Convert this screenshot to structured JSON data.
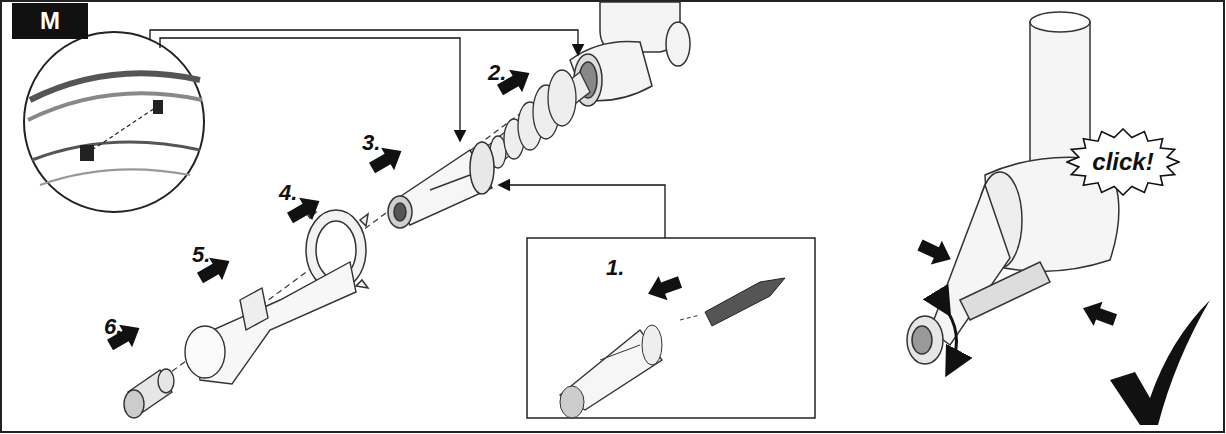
{
  "diagram": {
    "nodes": [
      {
        "text": [
          "M"
        ]
      },
      {
        "text": [
          "click!"
        ]
      }
    ],
    "labels": [
      "1.",
      "2.",
      "3.",
      "4.",
      "5.",
      "6."
    ]
  }
}
